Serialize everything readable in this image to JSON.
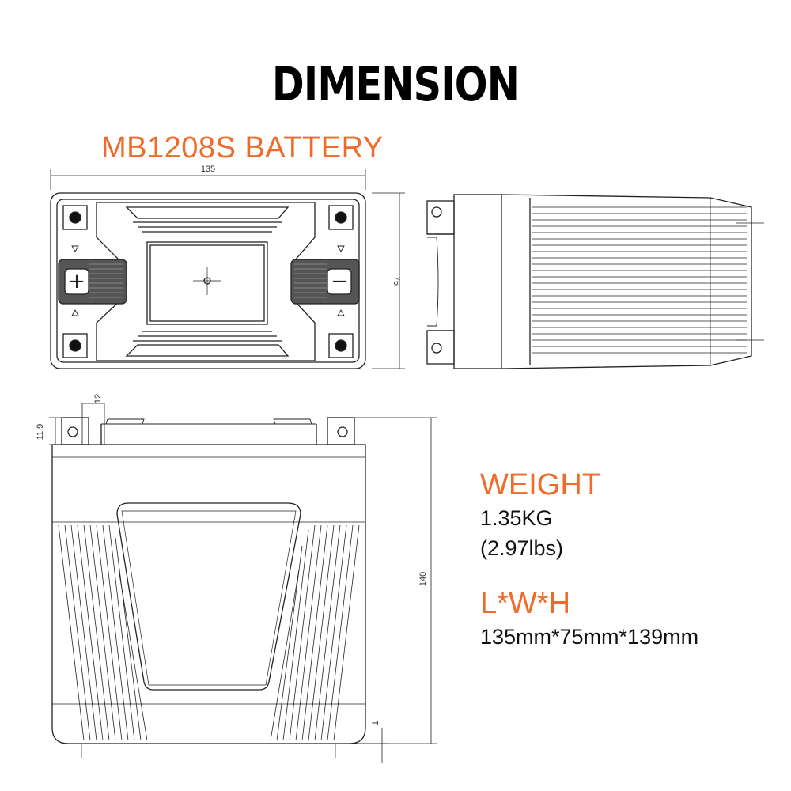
{
  "heading": "DIMENSION",
  "model": "MB1208S BATTERY",
  "weight": {
    "label": "WEIGHT",
    "kg": "1.35KG",
    "lbs": "(2.97lbs)"
  },
  "size": {
    "label": "L*W*H",
    "value": "135mm*75mm*139mm"
  },
  "dimensions": {
    "length": "135",
    "width": "75",
    "height": "140",
    "terminal": "12",
    "terminal_small": "11.9",
    "foot": "1"
  },
  "icons": {
    "positive": "plus-terminal-icon",
    "negative": "minus-terminal-icon"
  }
}
